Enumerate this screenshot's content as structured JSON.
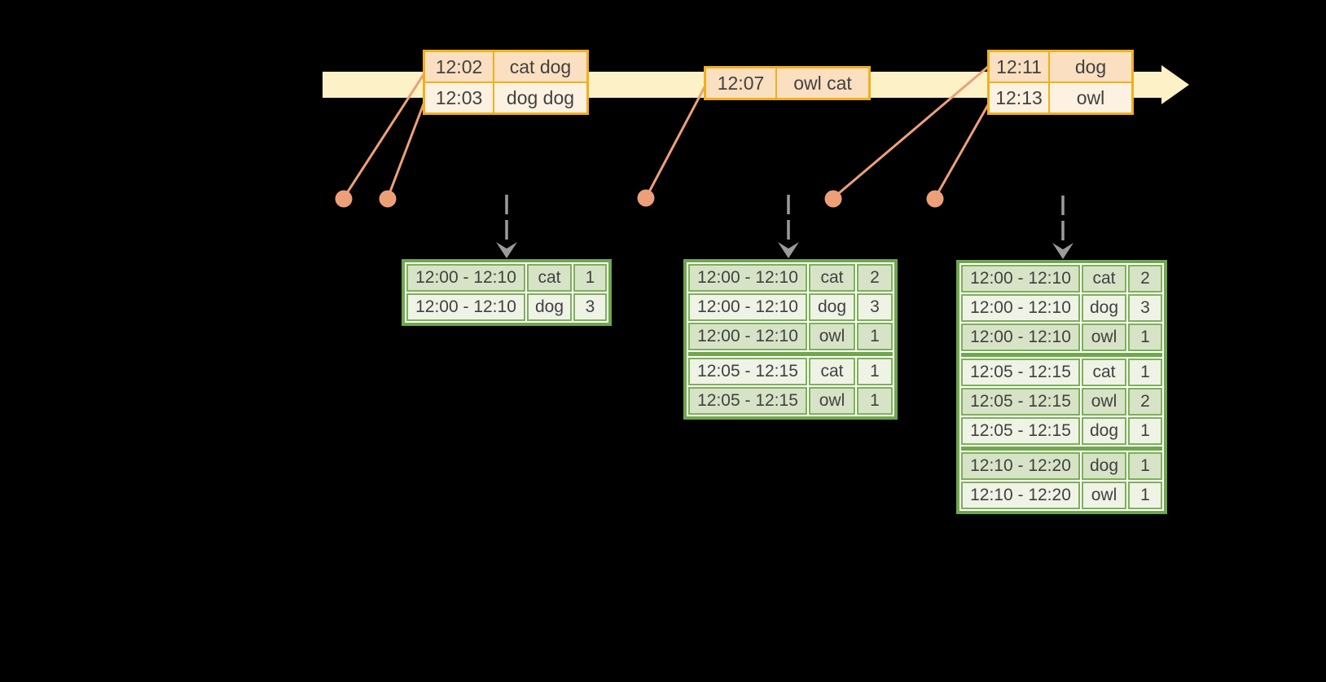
{
  "diagram": {
    "background": "#000000",
    "kind": "windowed-stream-aggregation-timeline"
  },
  "palette": {
    "timeline_band": "#fdf1c7",
    "event_table_border": "#f0b01c",
    "event_row_peach": "#fbdfc1",
    "event_row_cream": "#fdf2e1",
    "marker_salmon": "#eda078",
    "trigger_arrow_gray": "#9b9b9b",
    "result_table_border": "#70a74d",
    "result_row_dark": "#d7e3c6",
    "result_row_light": "#eef3e6",
    "text": "#414141"
  },
  "event_tables": [
    {
      "rows": [
        {
          "time": "12:02",
          "words": "cat dog"
        },
        {
          "time": "12:03",
          "words": "dog dog"
        }
      ]
    },
    {
      "rows": [
        {
          "time": "12:07",
          "words": "owl cat"
        }
      ]
    },
    {
      "rows": [
        {
          "time": "12:11",
          "words": "dog"
        },
        {
          "time": "12:13",
          "words": "owl"
        }
      ]
    }
  ],
  "result_tables": [
    {
      "rows": [
        {
          "window": "12:00 - 12:10",
          "word": "cat",
          "count": "1"
        },
        {
          "window": "12:00 - 12:10",
          "word": "dog",
          "count": "3"
        }
      ]
    },
    {
      "rows": [
        {
          "window": "12:00 - 12:10",
          "word": "cat",
          "count": "2"
        },
        {
          "window": "12:00 - 12:10",
          "word": "dog",
          "count": "3"
        },
        {
          "window": "12:00 - 12:10",
          "word": "owl",
          "count": "1"
        },
        {
          "window": "12:05 - 12:15",
          "word": "cat",
          "count": "1"
        },
        {
          "window": "12:05 - 12:15",
          "word": "owl",
          "count": "1"
        }
      ]
    },
    {
      "rows": [
        {
          "window": "12:00 - 12:10",
          "word": "cat",
          "count": "2"
        },
        {
          "window": "12:00 - 12:10",
          "word": "dog",
          "count": "3"
        },
        {
          "window": "12:00 - 12:10",
          "word": "owl",
          "count": "1"
        },
        {
          "window": "12:05 - 12:15",
          "word": "cat",
          "count": "1"
        },
        {
          "window": "12:05 - 12:15",
          "word": "owl",
          "count": "2"
        },
        {
          "window": "12:05 - 12:15",
          "word": "dog",
          "count": "1"
        },
        {
          "window": "12:10 - 12:20",
          "word": "dog",
          "count": "1"
        },
        {
          "window": "12:10 - 12:20",
          "word": "owl",
          "count": "1"
        }
      ]
    }
  ]
}
